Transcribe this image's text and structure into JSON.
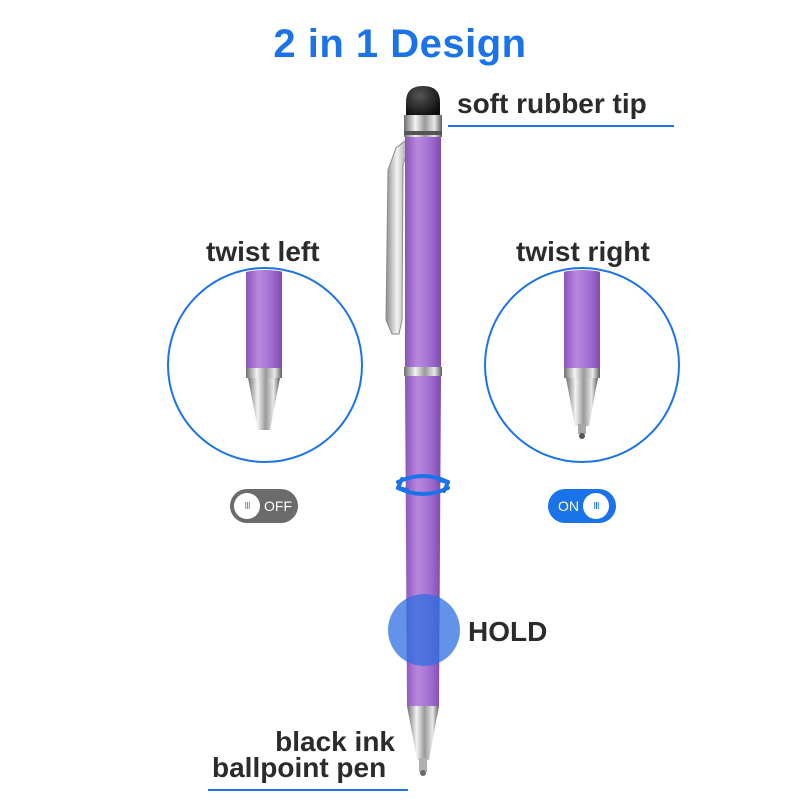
{
  "title": "2 in 1 Design",
  "labels": {
    "soft_tip": "soft rubber tip",
    "twist_left": "twist left",
    "twist_right": "twist right",
    "hold": "HOLD",
    "ink_line1": "black ink",
    "ink_line2": "ballpoint pen"
  },
  "toggles": {
    "off_text": "OFF",
    "on_text": "ON",
    "knob_glyph": "III"
  },
  "colors": {
    "accent": "#1a73e8",
    "pen_body": "#a46fd3",
    "toggle_off": "#6b6b6b"
  }
}
